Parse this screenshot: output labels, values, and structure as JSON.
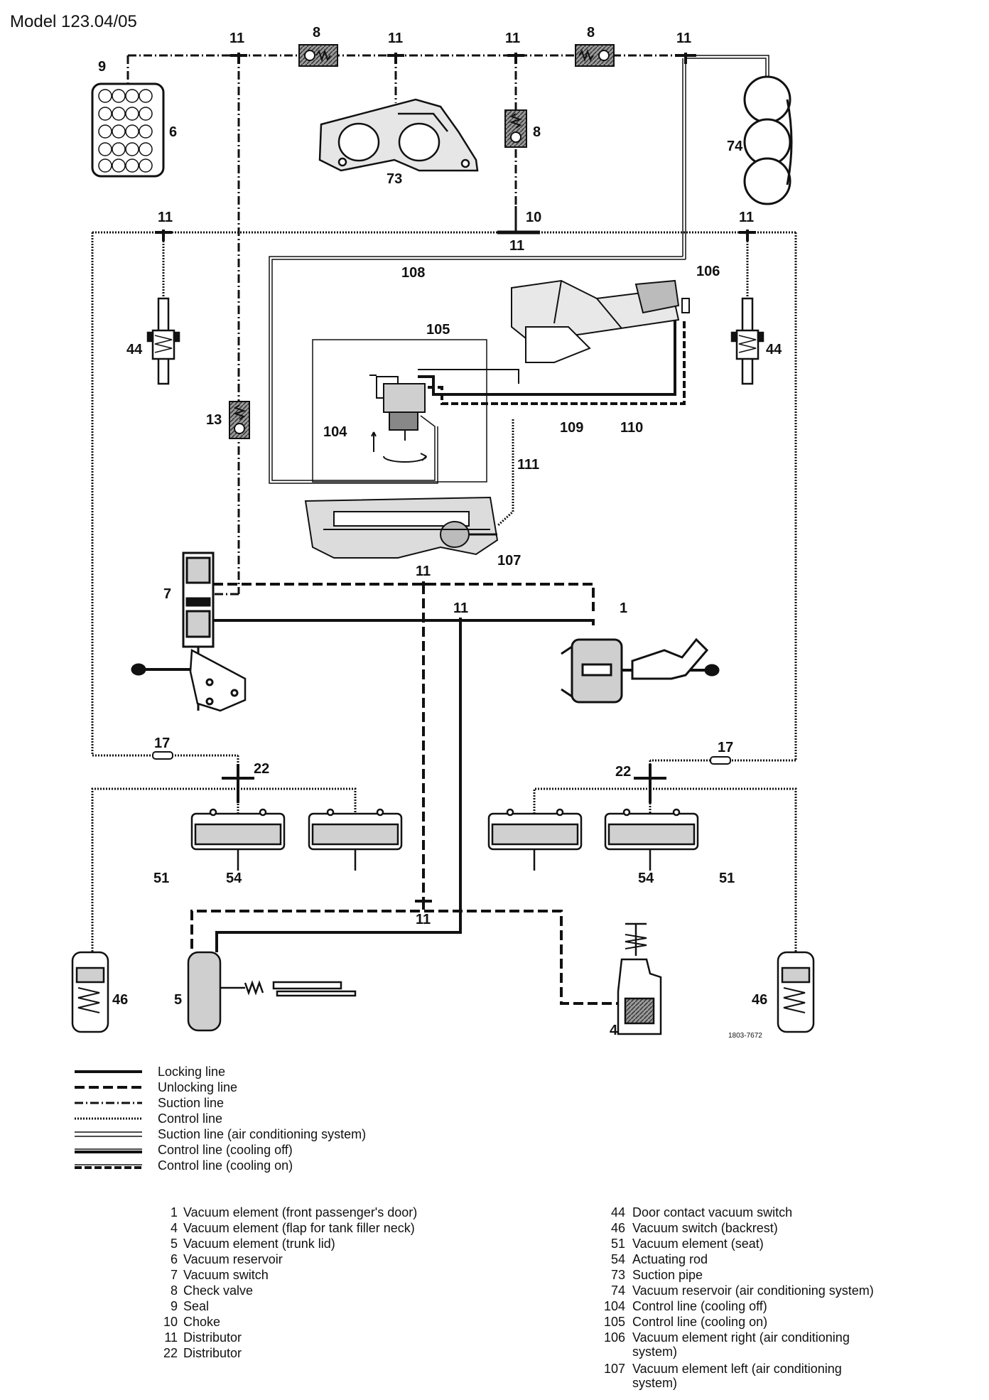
{
  "title": "Model 123.04/05",
  "drawing_code": "1803-7672",
  "component_labels": {
    "c1": "1",
    "c4": "4",
    "c5": "5",
    "c6": "6",
    "c7": "7",
    "c8": "8",
    "c9": "9",
    "c10": "10",
    "c11": "11",
    "c13": "13",
    "c17": "17",
    "c22": "22",
    "c44": "44",
    "c46": "46",
    "c51": "51",
    "c54": "54",
    "c73": "73",
    "c74": "74",
    "c104": "104",
    "c105": "105",
    "c106": "106",
    "c107": "107",
    "c108": "108",
    "c109": "109",
    "c110": "110",
    "c111": "111"
  },
  "legend": [
    {
      "style": "locking",
      "label": "Locking line"
    },
    {
      "style": "unlocking",
      "label": "Unlocking line"
    },
    {
      "style": "suction",
      "label": "Suction line"
    },
    {
      "style": "control",
      "label": "Control line"
    },
    {
      "style": "suction-ac",
      "label": "Suction line (air conditioning system)"
    },
    {
      "style": "control-off",
      "label": "Control line (cooling off)"
    },
    {
      "style": "control-on",
      "label": "Control line (cooling on)"
    }
  ],
  "key_left": [
    {
      "num": "1",
      "text": "Vacuum element (front passenger's door)"
    },
    {
      "num": "4",
      "text": "Vacuum element (flap for tank filler neck)"
    },
    {
      "num": "5",
      "text": "Vacuum element (trunk lid)"
    },
    {
      "num": "6",
      "text": "Vacuum reservoir"
    },
    {
      "num": "7",
      "text": "Vacuum switch"
    },
    {
      "num": "8",
      "text": "Check valve"
    },
    {
      "num": "9",
      "text": "Seal"
    },
    {
      "num": "10",
      "text": "Choke"
    },
    {
      "num": "11",
      "text": "Distributor"
    },
    {
      "num": "22",
      "text": "Distributor"
    }
  ],
  "key_right": [
    {
      "num": "44",
      "text": "Door contact vacuum switch"
    },
    {
      "num": "46",
      "text": "Vacuum switch (backrest)"
    },
    {
      "num": "51",
      "text": "Vacuum element (seat)"
    },
    {
      "num": "54",
      "text": "Actuating rod"
    },
    {
      "num": "73",
      "text": "Suction pipe"
    },
    {
      "num": "74",
      "text": "Vacuum reservoir (air conditioning system)"
    },
    {
      "num": "104",
      "text": "Control line (cooling off)"
    },
    {
      "num": "105",
      "text": "Control line (cooling on)"
    },
    {
      "num": "106",
      "text": "Vacuum element right (air conditioning",
      "text2": "system)"
    },
    {
      "num": "107",
      "text": "Vacuum element left (air conditioning",
      "text2": "system)"
    }
  ],
  "colors": {
    "ink": "#111111",
    "shade": "#555555",
    "fill": "#cfcfcf",
    "paper": "#ffffff"
  }
}
